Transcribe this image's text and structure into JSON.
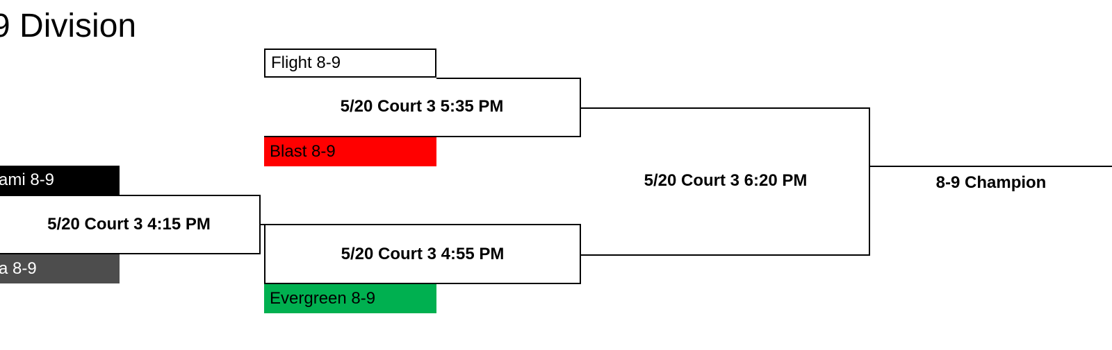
{
  "division_title": "9 Division",
  "teams": {
    "flight": {
      "name": "Flight 8-9",
      "color": "#ffffff"
    },
    "blast": {
      "name": "Blast 8-9",
      "color": "#ff0000"
    },
    "miami": {
      "name": "ami 8-9",
      "color": "#000000"
    },
    "a_team": {
      "name": "a 8-9",
      "color": "#4d4d4d"
    },
    "evergreen": {
      "name": "Evergreen 8-9",
      "color": "#00b050"
    }
  },
  "games": {
    "game_415": "5/20 Court 3 4:15 PM",
    "game_535": "5/20 Court 3 5:35 PM",
    "game_455": "5/20 Court 3 4:55 PM",
    "game_620": "5/20 Court 3 6:20 PM"
  },
  "champion_label": "8-9 Champion"
}
